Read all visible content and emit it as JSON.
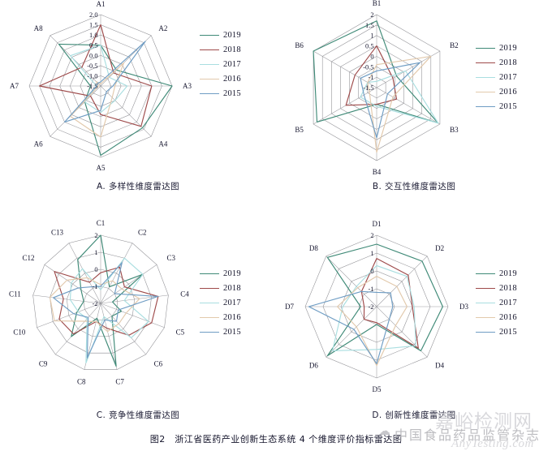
{
  "figure": {
    "caption": "图2　浙江省医药产业创新生态系统 4 个维度评价指标雷达图"
  },
  "legend": {
    "entries": [
      {
        "label": "2019",
        "color": "#3f8a77"
      },
      {
        "label": "2018",
        "color": "#9e4a4a"
      },
      {
        "label": "2017",
        "color": "#a9dee0"
      },
      {
        "label": "2016",
        "color": "#e2c9ac"
      },
      {
        "label": "2015",
        "color": "#6f9dc4"
      }
    ]
  },
  "watermarks": {
    "journal": "中国食品药品监管杂志",
    "site_cn": "嘉峪检测网",
    "site_en": "AnyTesting.com"
  },
  "panels": [
    {
      "key": "A",
      "subtitle": "A. 多样性维度雷达图"
    },
    {
      "key": "B",
      "subtitle": "B. 交互性维度雷达图"
    },
    {
      "key": "C",
      "subtitle": "C. 竞争性维度雷达图"
    },
    {
      "key": "D",
      "subtitle": "D. 创新性维度雷达图"
    }
  ],
  "chart_data": [
    {
      "panel": "A",
      "type": "radar",
      "title": "A. 多样性维度雷达图",
      "categories": [
        "A1",
        "A2",
        "A3",
        "A4",
        "A5",
        "A6",
        "A7",
        "A8"
      ],
      "ticks": [
        "2.0",
        "1.5",
        "1.0",
        "0.5",
        "0.0",
        "-0.5",
        "-1.0",
        "-1.5"
      ],
      "rlim": [
        -1.5,
        2.0
      ],
      "grid": true,
      "legend_position": "right",
      "series": [
        {
          "name": "2019",
          "color": "#3f8a77",
          "values": [
            0.5,
            -0.4,
            2.0,
            1.4,
            1.9,
            -0.4,
            -1.0,
            1.4
          ]
        },
        {
          "name": "2018",
          "color": "#9e4a4a",
          "values": [
            1.5,
            -0.6,
            1.0,
            1.3,
            -0.1,
            -0.8,
            1.5,
            -0.2
          ]
        },
        {
          "name": "2017",
          "color": "#a9dee0",
          "values": [
            0.5,
            -0.9,
            -0.2,
            -0.5,
            -0.2,
            -0.4,
            -1.3,
            0.6
          ]
        },
        {
          "name": "2016",
          "color": "#e2c9ac",
          "values": [
            -1.4,
            0.1,
            -0.8,
            -0.7,
            1.0,
            0.6,
            -1.4,
            -1.2
          ]
        },
        {
          "name": "2015",
          "color": "#6f9dc4",
          "values": [
            -1.3,
            1.6,
            -0.9,
            -1.1,
            -0.3,
            1.0,
            -1.3,
            -1.3
          ]
        }
      ]
    },
    {
      "panel": "B",
      "type": "radar",
      "title": "B. 交互性维度雷达图",
      "categories": [
        "B1",
        "B2",
        "B3",
        "B4",
        "B5",
        "B6"
      ],
      "ticks": [
        "2",
        "1.5",
        "1",
        "0.5",
        "0",
        "-0.5",
        "-1",
        "-1.5"
      ],
      "rlim": [
        -1.5,
        2.0
      ],
      "grid": true,
      "legend_position": "right",
      "series": [
        {
          "name": "2019",
          "color": "#3f8a77",
          "values": [
            1.7,
            -0.4,
            1.9,
            -0.7,
            1.8,
            2.0
          ]
        },
        {
          "name": "2018",
          "color": "#9e4a4a",
          "values": [
            0.5,
            -0.6,
            -0.4,
            -0.7,
            0.2,
            -0.3
          ]
        },
        {
          "name": "2017",
          "color": "#a9dee0",
          "values": [
            -1.2,
            0.1,
            1.9,
            -0.6,
            -0.6,
            -1.0
          ]
        },
        {
          "name": "2016",
          "color": "#e2c9ac",
          "values": [
            -0.4,
            1.5,
            -0.6,
            1.6,
            -1.1,
            -1.0
          ]
        },
        {
          "name": "2015",
          "color": "#6f9dc4",
          "values": [
            -0.7,
            0.9,
            -0.9,
            0.9,
            -0.8,
            -0.6
          ]
        }
      ]
    },
    {
      "panel": "C",
      "type": "radar",
      "title": "C. 竞争性维度雷达图",
      "categories": [
        "C1",
        "C2",
        "C3",
        "C4",
        "C5",
        "C6",
        "C7",
        "C8",
        "C9",
        "C10",
        "C11",
        "C12",
        "C13"
      ],
      "ticks": [
        "2",
        "1",
        "0",
        "-1",
        "-2"
      ],
      "rlim": [
        -2.0,
        2.0
      ],
      "grid": true,
      "legend_position": "right",
      "series": [
        {
          "name": "2019",
          "color": "#3f8a77",
          "values": [
            2.0,
            -0.9,
            1.0,
            -1.3,
            -0.7,
            -1.0,
            1.8,
            -1.1,
            0.6,
            -0.5,
            -1.0,
            -0.6,
            0.9
          ]
        },
        {
          "name": "2018",
          "color": "#9e4a4a",
          "values": [
            -0.2,
            0.4,
            -0.3,
            1.4,
            1.2,
            0.5,
            -0.5,
            -0.9,
            0.4,
            0.6,
            0.2,
            1.3,
            -0.6
          ]
        },
        {
          "name": "2017",
          "color": "#a9dee0",
          "values": [
            -1.2,
            1.0,
            1.0,
            -0.6,
            1.0,
            0.7,
            -1.2,
            1.6,
            -0.8,
            -0.6,
            -0.2,
            0.1,
            0.3
          ]
        },
        {
          "name": "2016",
          "color": "#e2c9ac",
          "values": [
            -0.9,
            -0.5,
            -0.5,
            0.3,
            -0.4,
            -0.4,
            -0.3,
            -0.9,
            -0.6,
            0.9,
            1.0,
            0.4,
            -0.3
          ]
        },
        {
          "name": "2015",
          "color": "#6f9dc4",
          "values": [
            -1.0,
            0.7,
            -1.0,
            1.4,
            -0.9,
            -0.6,
            -1.0,
            1.3,
            -0.9,
            -0.3,
            0.8,
            -0.4,
            -0.9
          ]
        }
      ]
    },
    {
      "panel": "D",
      "type": "radar",
      "title": "D. 创新性维度雷达图",
      "categories": [
        "D1",
        "D2",
        "D3",
        "D4",
        "D5",
        "D6",
        "D7",
        "D8"
      ],
      "ticks": [
        "2",
        "1",
        "0",
        "-1",
        "-2"
      ],
      "rlim": [
        -2.0,
        2.0
      ],
      "grid": true,
      "legend_position": "right",
      "series": [
        {
          "name": "2019",
          "color": "#3f8a77",
          "values": [
            1.5,
            1.6,
            1.7,
            1.5,
            -1.0,
            1.9,
            -1.1,
            1.9
          ]
        },
        {
          "name": "2018",
          "color": "#9e4a4a",
          "values": [
            0.7,
            0.5,
            0.0,
            1.3,
            -1.1,
            -1.0,
            -1.3,
            -0.8
          ]
        },
        {
          "name": "2017",
          "color": "#a9dee0",
          "values": [
            0.3,
            0.4,
            0.1,
            1.1,
            0.4,
            1.5,
            -0.1,
            -0.4
          ]
        },
        {
          "name": "2016",
          "color": "#e2c9ac",
          "values": [
            -0.3,
            -0.4,
            -0.3,
            -0.5,
            1.3,
            -0.4,
            0.2,
            -0.5
          ]
        },
        {
          "name": "2015",
          "color": "#6f9dc4",
          "values": [
            -1.2,
            -0.9,
            -1.1,
            -1.0,
            1.2,
            -0.2,
            1.8,
            -0.8
          ]
        }
      ]
    }
  ]
}
